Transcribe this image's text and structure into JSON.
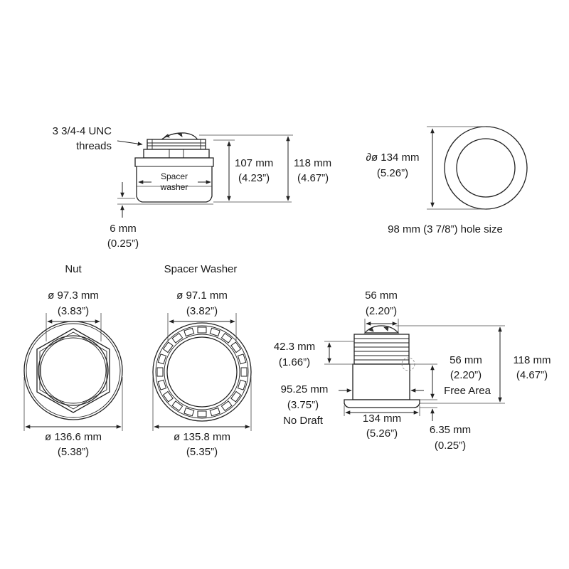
{
  "side_view": {
    "thread_label_line1": "3 3/4-4 UNC",
    "thread_label_line2": "threads",
    "spacer_label_line1": "Spacer",
    "spacer_label_line2": "washer",
    "height_107_mm": "107 mm",
    "height_107_in": "(4.23”)",
    "height_118_mm": "118 mm",
    "height_118_in": "(4.67”)",
    "gap_mm": "6 mm",
    "gap_in": "(0.25”)"
  },
  "top_view": {
    "diameter_mm": "∂ø 134 mm",
    "diameter_in": "(5.26”)",
    "hole_size": "98 mm (3 7/8”) hole size"
  },
  "nut": {
    "title": "Nut",
    "inner_mm": "ø 97.3 mm",
    "inner_in": "(3.83”)",
    "outer_mm": "ø 136.6 mm",
    "outer_in": "(5.38”)"
  },
  "spacer_washer": {
    "title": "Spacer Washer",
    "inner_mm": "ø 97.1 mm",
    "inner_in": "(3.82”)",
    "outer_mm": "ø 135.8 mm",
    "outer_in": "(5.35”)"
  },
  "profile_view": {
    "top_width_mm": "56 mm",
    "top_width_in": "(2.20”)",
    "thread_height_mm": "42.3 mm",
    "thread_height_in": "(1.66”)",
    "free_area_mm": "56 mm",
    "free_area_in": "(2.20”)",
    "free_area_label": "Free Area",
    "total_height_mm": "118 mm",
    "total_height_in": "(4.67”)",
    "body_dia_mm": "95.25 mm",
    "body_dia_in": "(3.75”)",
    "no_draft": "No Draft",
    "flange_mm": "134 mm",
    "flange_in": "(5.26”)",
    "flange_thk_mm": "6.35 mm",
    "flange_thk_in": "(0.25”)"
  }
}
